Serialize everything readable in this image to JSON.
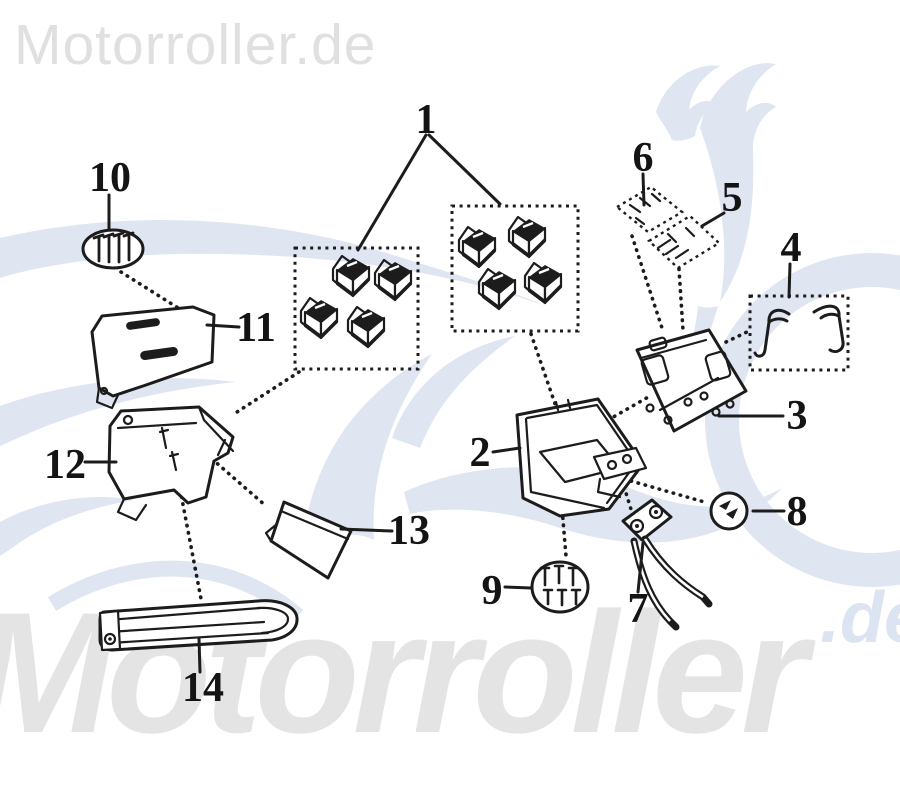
{
  "watermarks": {
    "top": "Motorroller.de",
    "bottom": "Motorroller",
    "corner_de": ".de"
  },
  "colors": {
    "background": "#ffffff",
    "diagram_line": "#1c1c1c",
    "watermark_gray_small": "#e0e0e0",
    "watermark_gray_large": "#e4e4e4",
    "watermark_blue": "#dfe6f2"
  },
  "callouts": [
    {
      "label": "1"
    },
    {
      "label": "2"
    },
    {
      "label": "3"
    },
    {
      "label": "4"
    },
    {
      "label": "5"
    },
    {
      "label": "6"
    },
    {
      "label": "7"
    },
    {
      "label": "8"
    },
    {
      "label": "9"
    },
    {
      "label": "10"
    },
    {
      "label": "11"
    },
    {
      "label": "12"
    },
    {
      "label": "13"
    },
    {
      "label": "14"
    }
  ]
}
